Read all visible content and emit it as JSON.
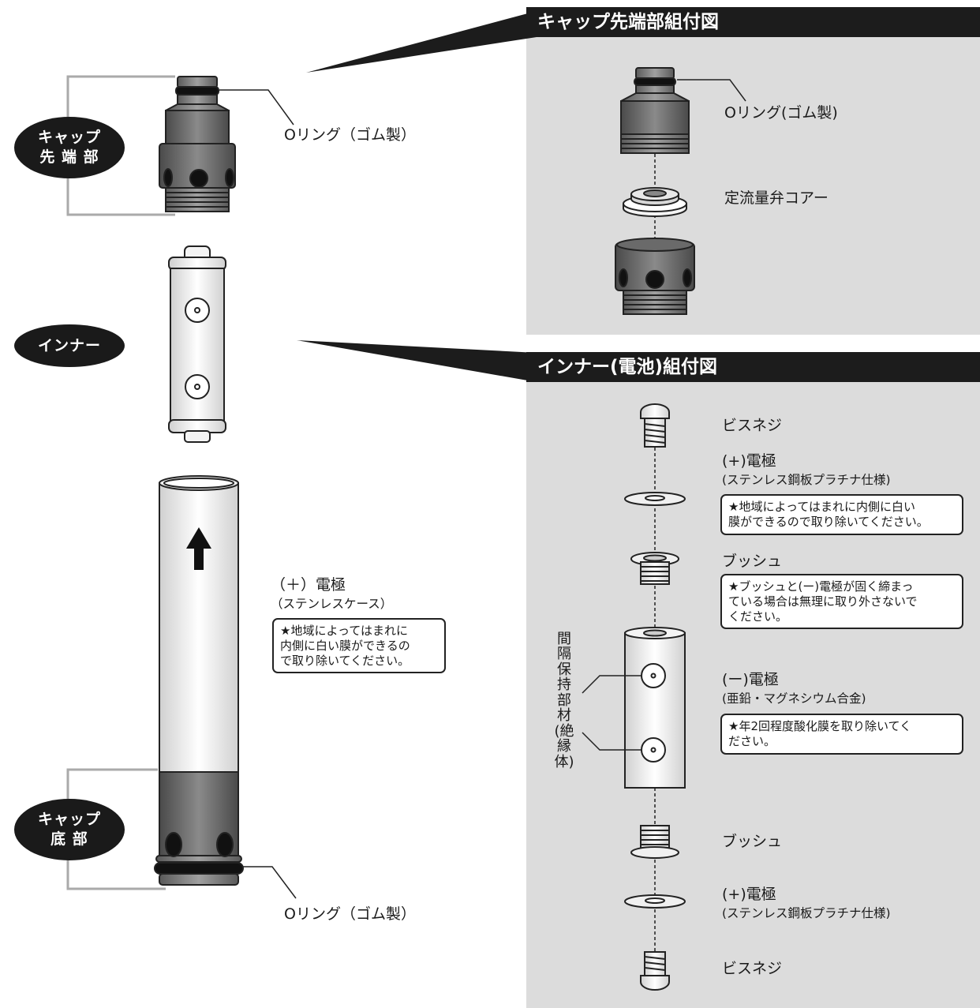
{
  "cap_tip": {
    "header": "キャップ先端部組付図",
    "badge_line1": "キャップ",
    "badge_line2": "先 端 部",
    "oring_label": "Oリング（ゴム製）",
    "detail_oring_label": "Oリング(ゴム製)",
    "valve_label": "定流量弁コアー"
  },
  "inner": {
    "header": "インナー(電池)組付図",
    "badge": "インナー",
    "spacer_label": "間隔保持部材(絶縁体)",
    "parts": {
      "screw_top": "ビスネジ",
      "plus_top_label": "(+)電極",
      "plus_top_sub": "(ステンレス鋼板プラチナ仕様)",
      "plus_top_note_line1": "★地域によってはまれに内側に白い",
      "plus_top_note_line2": "膜ができるので取り除いてください。",
      "bush_top": "ブッシュ",
      "bush_note_line1": "★ブッシュと(ー)電極が固く締まっ",
      "bush_note_line2": "ている場合は無理に取り外さないで",
      "bush_note_line3": "ください。",
      "minus_label": "(ー)電極",
      "minus_sub": "(亜鉛・マグネシウム合金)",
      "minus_note_line1": "★年2回程度酸化膜を取り除いてく",
      "minus_note_line2": "ださい。",
      "bush_bottom": "ブッシュ",
      "plus_bottom_label": "(+)電極",
      "plus_bottom_sub": "(ステンレス鋼板プラチナ仕様)",
      "screw_bottom": "ビスネジ"
    }
  },
  "case": {
    "plus_label": "（＋）電極",
    "plus_sub": "（ステンレスケース）",
    "note_line1": "★地域によってはまれに",
    "note_line2": "内側に白い膜ができるの",
    "note_line3": "で取り除いてください。"
  },
  "cap_bottom": {
    "badge_line1": "キャップ",
    "badge_line2": "底 部",
    "oring_label": "Oリング（ゴム製）"
  }
}
